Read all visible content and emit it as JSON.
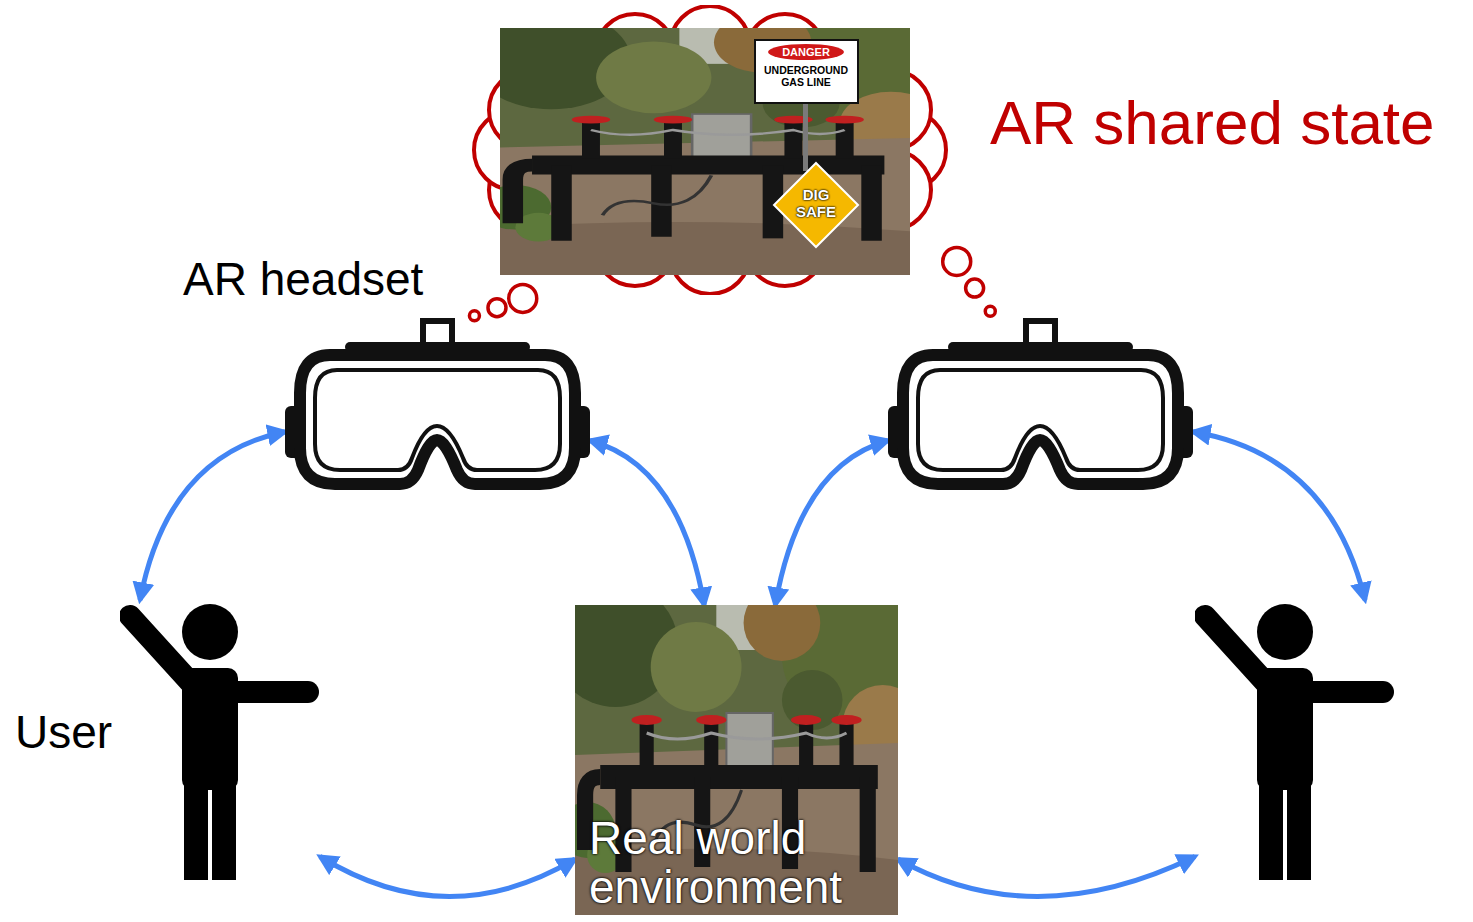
{
  "diagram": {
    "nodes": [
      {
        "text": [
          "AR shared state"
        ]
      },
      {
        "text": [
          "AR headset"
        ]
      },
      {
        "text": []
      },
      {
        "text": [
          "User"
        ]
      },
      {
        "text": [
          "Real world environment"
        ]
      },
      {
        "text": []
      }
    ],
    "edges": [
      {
        "from": 3,
        "to": 1,
        "arrow": "both"
      },
      {
        "from": 1,
        "to": 4,
        "arrow": "both"
      },
      {
        "from": 4,
        "to": 2,
        "arrow": "both"
      },
      {
        "from": 2,
        "to": 5,
        "arrow": "both"
      },
      {
        "from": 3,
        "to": 4,
        "arrow": "both"
      },
      {
        "from": 4,
        "to": 5,
        "arrow": "both"
      },
      {
        "from": 1,
        "to": 0,
        "arrow": "none"
      },
      {
        "from": 2,
        "to": 0,
        "arrow": "none"
      }
    ],
    "labels": [
      "DANGER",
      "UNDERGROUND GAS LINE",
      "DIG SAFE"
    ]
  }
}
